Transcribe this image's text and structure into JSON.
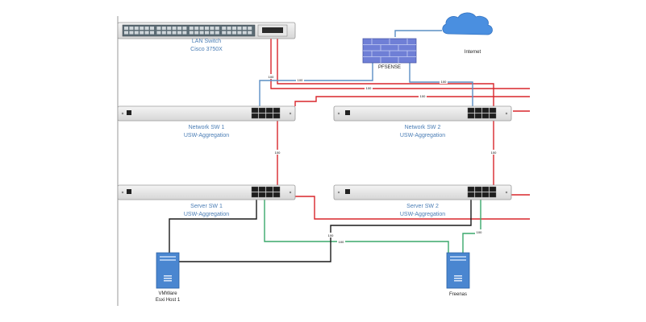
{
  "devices": {
    "lan_switch": {
      "name": "LAN Switch",
      "model": "Cisco 3750X"
    },
    "firewall": {
      "name": "PFSENSE"
    },
    "internet": {
      "name": "Internet"
    },
    "network_sw1": {
      "name": "Network SW 1",
      "model": "USW-Aggregation"
    },
    "network_sw2": {
      "name": "Network SW 2",
      "model": "USW-Aggregation"
    },
    "server_sw1": {
      "name": "Server SW 1",
      "model": "USW-Aggregation"
    },
    "server_sw2": {
      "name": "Server SW 2",
      "model": "USW-Aggregation"
    },
    "esxi_host": {
      "name": "VMWare",
      "subname": "Esxi Host 1"
    },
    "freenas": {
      "name": "Freenas"
    }
  },
  "links": [
    {
      "id": "lan-fw",
      "label": "100"
    },
    {
      "id": "lan-nsw1",
      "label": "100"
    },
    {
      "id": "fw-nsw2",
      "label": "100"
    },
    {
      "id": "nsw1-nsw2-a",
      "label": "100"
    },
    {
      "id": "nsw1-ssw1",
      "label": "100"
    },
    {
      "id": "nsw2-ssw2",
      "label": "100"
    },
    {
      "id": "ssw1-ssw2",
      "label": "100"
    },
    {
      "id": "esxi-ssw2",
      "label": "100"
    },
    {
      "id": "freenas-ssw2",
      "label": "100"
    },
    {
      "id": "esxi-uplink",
      "label": "100"
    }
  ],
  "colors": {
    "red": "#d9262c",
    "blue": "#5b8fc4",
    "green": "#3aa86b",
    "black": "#1a1a1a",
    "label_blue": "#4a7db5",
    "firewall": "#6f7fd6",
    "cloud": "#4a8fe0",
    "server": "#4a86d0"
  }
}
